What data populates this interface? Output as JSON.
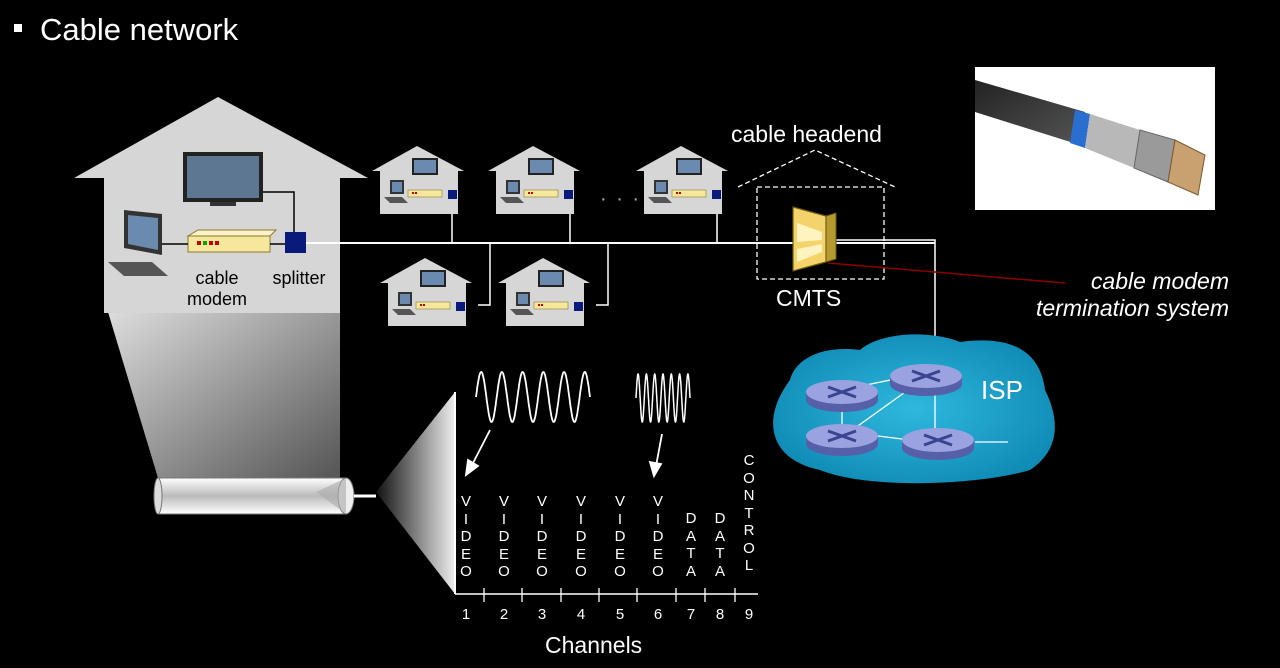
{
  "title": "Cable network",
  "labels": {
    "cable_modem": "cable\nmodem",
    "splitter": "splitter",
    "ellipsis": "· · ·",
    "cable_headend": "cable headend",
    "cmts": "CMTS",
    "cmts_full": "cable modem\ntermination system",
    "isp": "ISP",
    "channels_axis": "Channels"
  },
  "channels": [
    {
      "number": "1",
      "letters": [
        "V",
        "I",
        "D",
        "E",
        "O"
      ]
    },
    {
      "number": "2",
      "letters": [
        "V",
        "I",
        "D",
        "E",
        "O"
      ]
    },
    {
      "number": "3",
      "letters": [
        "V",
        "I",
        "D",
        "E",
        "O"
      ]
    },
    {
      "number": "4",
      "letters": [
        "V",
        "I",
        "D",
        "E",
        "O"
      ]
    },
    {
      "number": "5",
      "letters": [
        "V",
        "I",
        "D",
        "E",
        "O"
      ]
    },
    {
      "number": "6",
      "letters": [
        "V",
        "I",
        "D",
        "E",
        "O"
      ]
    },
    {
      "number": "7",
      "letters": [
        "D",
        "A",
        "T",
        "A"
      ]
    },
    {
      "number": "8",
      "letters": [
        "D",
        "A",
        "T",
        "A"
      ]
    },
    {
      "number": "9",
      "letters": [
        "C",
        "O",
        "N",
        "T",
        "R",
        "O",
        "L"
      ]
    }
  ],
  "colors": {
    "background": "#000000",
    "house": "#d6d6d6",
    "modem": "#f5e79c",
    "splitter": "#0a1a7a",
    "isp_cloud": "#1ba3c9",
    "router": "#8a92d8",
    "headend_link": "#8b0000"
  }
}
